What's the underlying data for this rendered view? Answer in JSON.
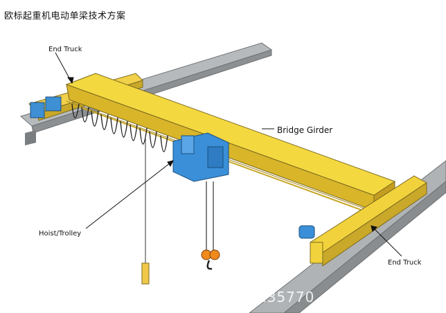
{
  "title": "欧标起重机电动单梁技术方案",
  "labels": {
    "end_truck_top": "End Truck",
    "bridge_girder": "Bridge Girder",
    "hoist_trolley": "Hoist/Trolley",
    "end_truck_bottom": "End Truck"
  },
  "watermark": "135770",
  "colors": {
    "girder": "#f2d23c",
    "girder_shade": "#d9b52a",
    "hoist": "#3a8fd8",
    "rail": "#a8abad",
    "hook": "#f08a1c"
  }
}
